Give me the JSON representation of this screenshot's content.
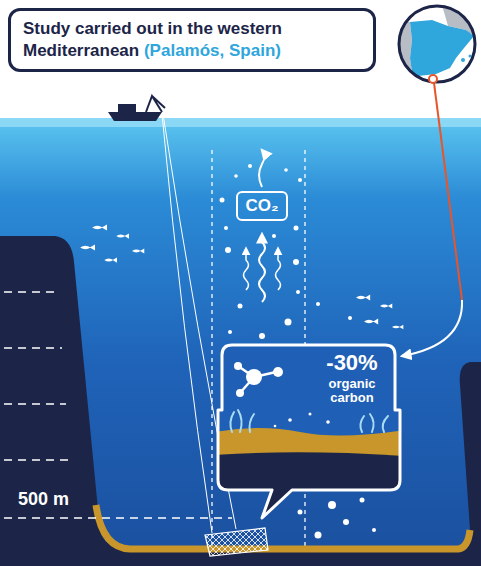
{
  "diagram": {
    "nodes": [
      {
        "text": [
          "Study carried out in the western Mediterranean",
          "(Palamós, Spain)"
        ]
      },
      {
        "text": [
          "CO₂"
        ]
      },
      {
        "text": [
          "-30%",
          "organic carbon"
        ]
      }
    ],
    "labels": [
      "500 m"
    ]
  }
}
